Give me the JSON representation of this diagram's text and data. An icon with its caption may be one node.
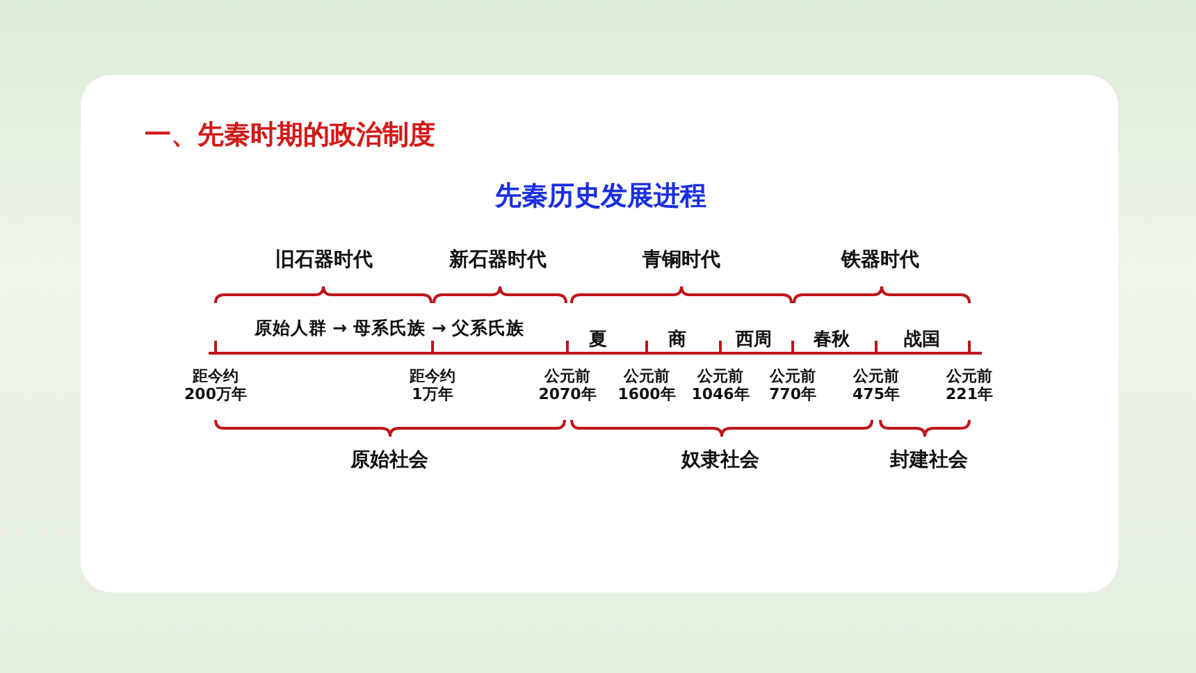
{
  "diagram": {
    "title": "一、先秦时期的政治制度",
    "labels": [
      "先秦历史发展进程",
      "旧石器时代",
      "新石器时代",
      "青铜时代",
      "铁器时代",
      "原始人群 → 母系氏族 → 父系氏族",
      "夏",
      "商",
      "西周",
      "春秋",
      "战国",
      "距今约 200万年",
      "距今约 1万年",
      "公元前 2070年",
      "公元前 1600年",
      "公元前 1046年",
      "公元前 770年",
      "公元前 475年",
      "公元前 221年",
      "原始社会",
      "奴隶社会",
      "封建社会"
    ]
  }
}
